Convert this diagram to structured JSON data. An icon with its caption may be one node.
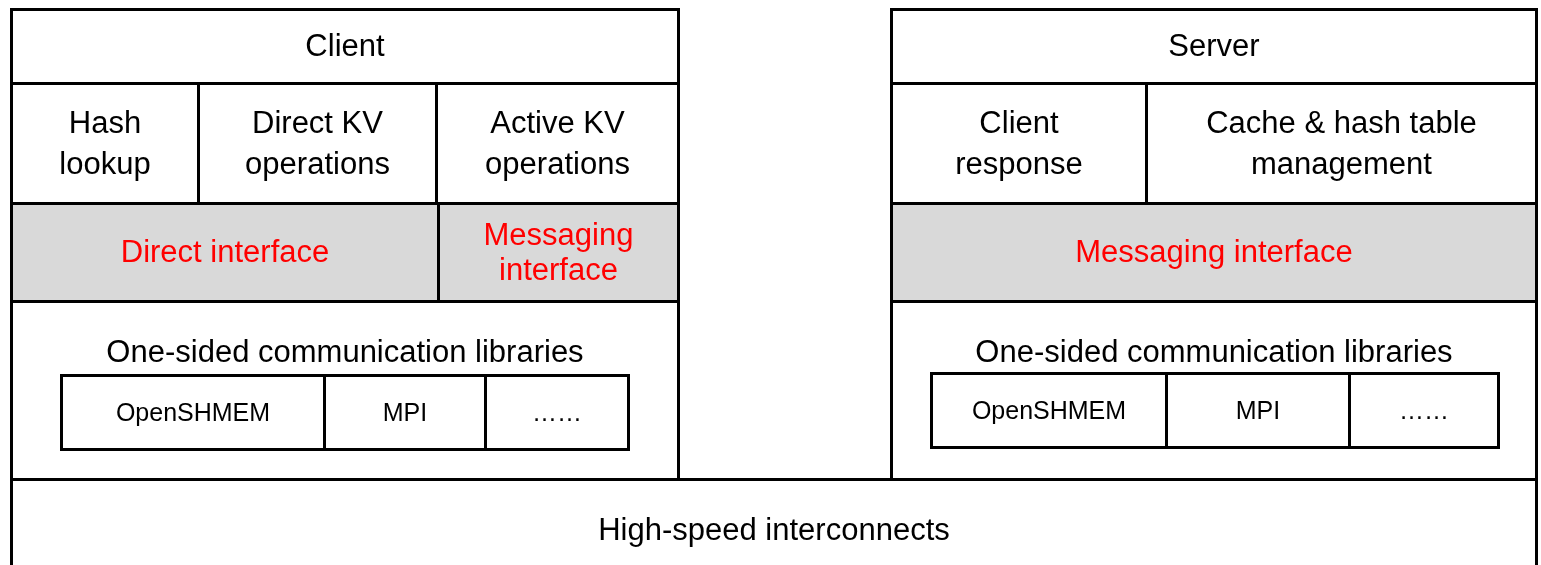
{
  "diagram": {
    "nodes": [
      {
        "text": [
          "Client"
        ]
      },
      {
        "text": [
          "Hash lookup"
        ]
      },
      {
        "text": [
          "Direct KV operations"
        ]
      },
      {
        "text": [
          "Active KV operations"
        ]
      },
      {
        "text": [
          "Direct interface"
        ]
      },
      {
        "text": [
          "Messaging interface"
        ]
      },
      {
        "text": [
          "One-sided communication libraries"
        ]
      },
      {
        "text": [
          "OpenSHMEM"
        ],
        "in": 6
      },
      {
        "text": [
          "MPI"
        ],
        "in": 6
      },
      {
        "text": [
          "……"
        ],
        "in": 6
      },
      {
        "text": [
          "Server"
        ]
      },
      {
        "text": [
          "Client response"
        ]
      },
      {
        "text": [
          "Cache & hash table management"
        ]
      },
      {
        "text": [
          "Messaging interface"
        ]
      },
      {
        "text": [
          "One-sided communication libraries"
        ]
      },
      {
        "text": [
          "OpenSHMEM"
        ],
        "in": 14
      },
      {
        "text": [
          "MPI"
        ],
        "in": 14
      },
      {
        "text": [
          "……"
        ],
        "in": 14
      },
      {
        "text": [
          "High-speed interconnects"
        ]
      }
    ]
  }
}
